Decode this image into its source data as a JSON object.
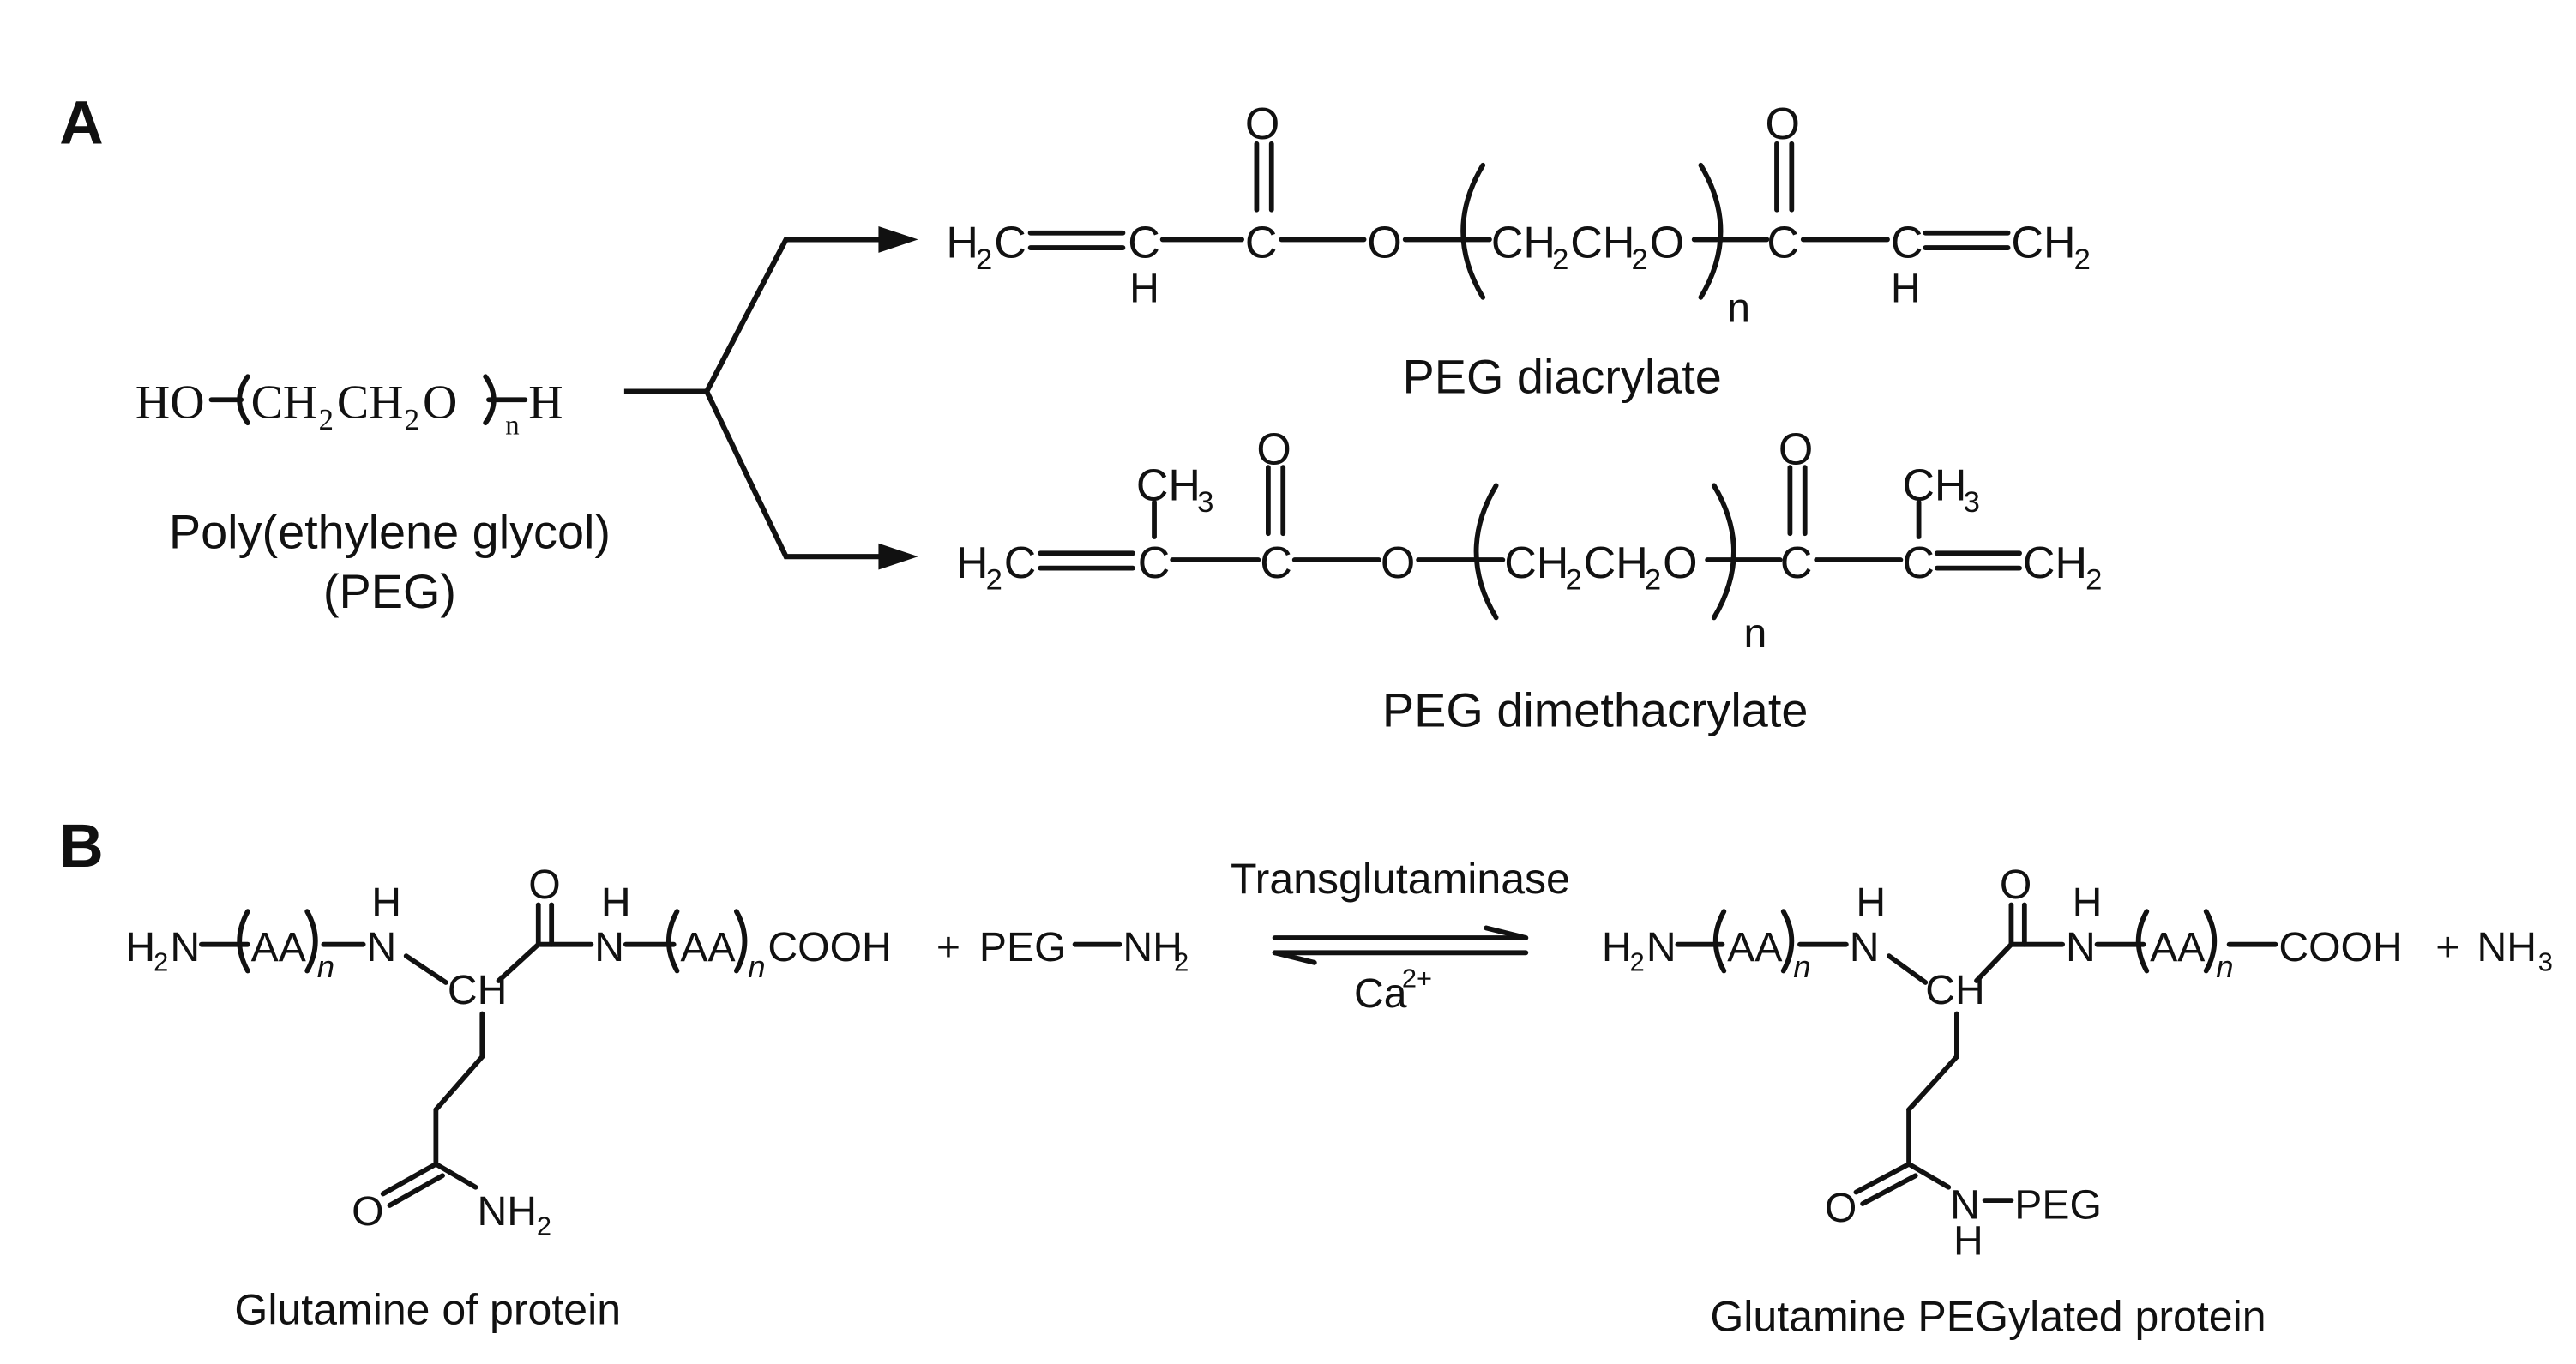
{
  "panels": {
    "a": {
      "letter": "A",
      "peg": {
        "ho": "HO",
        "ch2ch2o": "CH",
        "sub2": "2",
        "ch2o": "CH",
        "o": "O",
        "n": "n",
        "h": "H",
        "name": "Poly(ethylene glycol)",
        "abbr": "(PEG)"
      },
      "diacrylate": {
        "h2c": "H",
        "sub2": "2",
        "c": "C",
        "h": "H",
        "o": "O",
        "unit": "CH",
        "unit2": "CH",
        "unit_o": "O",
        "n": "n",
        "ch2": "CH",
        "label": "PEG diacrylate"
      },
      "dimethacrylate": {
        "ch3": "CH",
        "sub3": "3",
        "label": "PEG dimethacrylate"
      }
    },
    "b": {
      "letter": "B",
      "h2n": "H",
      "sub2": "2",
      "n_atom": "N",
      "aa": "AA",
      "n_italic": "n",
      "h": "H",
      "ch": "CH",
      "o": "O",
      "cooh": "COOH",
      "plus": "+",
      "peg_amine": "PEG",
      "nh2": "NH",
      "nh": "NH",
      "nh3": "NH",
      "sub3": "3",
      "peg": "PEG",
      "enzyme": "Transglutaminase",
      "cofactor": "Ca",
      "cofactor_sup": "2+",
      "left_label": "Glutamine of protein",
      "right_label": "Glutamine PEGylated protein"
    }
  }
}
